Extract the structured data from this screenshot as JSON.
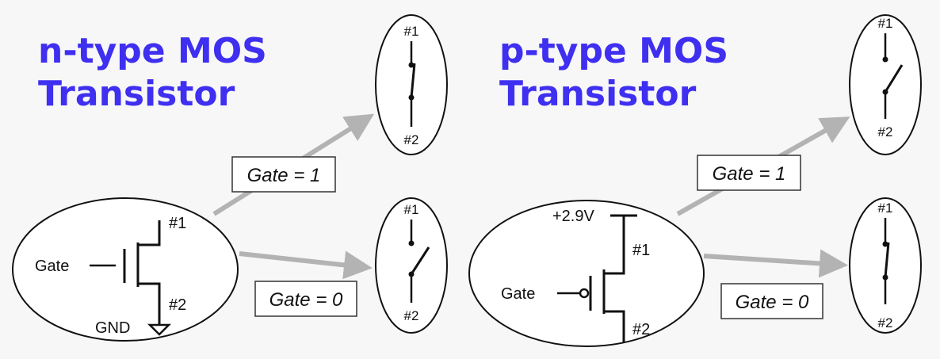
{
  "colors": {
    "heading": "#3f2ff0",
    "line": "#111111",
    "arrow": "#b3b3b3",
    "background": "#f7f7f7"
  },
  "nmos": {
    "title_line1": "n-type MOS",
    "title_line2": "Transistor",
    "gate_label": "Gate",
    "terminal1": "#1",
    "terminal2": "#2",
    "ground_label": "GND",
    "condition_on": "Gate = 1",
    "condition_off": "Gate = 0"
  },
  "pmos": {
    "title_line1": "p-type MOS",
    "title_line2": "Transistor",
    "gate_label": "Gate",
    "supply_label": "+2.9V",
    "terminal1": "#1",
    "terminal2": "#2",
    "condition_on": "Gate = 1",
    "condition_off": "Gate = 0"
  },
  "switches": {
    "nmos_on": {
      "top": "#1",
      "bottom": "#2",
      "state": "closed"
    },
    "nmos_off": {
      "top": "#1",
      "bottom": "#2",
      "state": "open"
    },
    "pmos_on": {
      "top": "#1",
      "bottom": "#2",
      "state": "open"
    },
    "pmos_off": {
      "top": "#1",
      "bottom": "#2",
      "state": "closed"
    }
  }
}
